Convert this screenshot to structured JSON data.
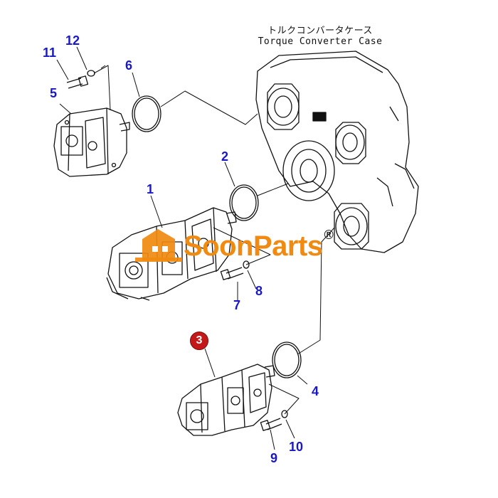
{
  "diagram": {
    "case_label_jp": "トルクコンバータケース",
    "case_label_en": "Torque Converter Case",
    "callouts": [
      "1",
      "2",
      "3",
      "4",
      "5",
      "6",
      "7",
      "8",
      "9",
      "10",
      "11",
      "12"
    ],
    "highlighted_callout": "3",
    "callout_color": "#1818c8",
    "highlight_color": "#c41818"
  },
  "watermark": {
    "brand_text": "SoonParts",
    "registered_mark": "®",
    "color": "#f08a10"
  }
}
